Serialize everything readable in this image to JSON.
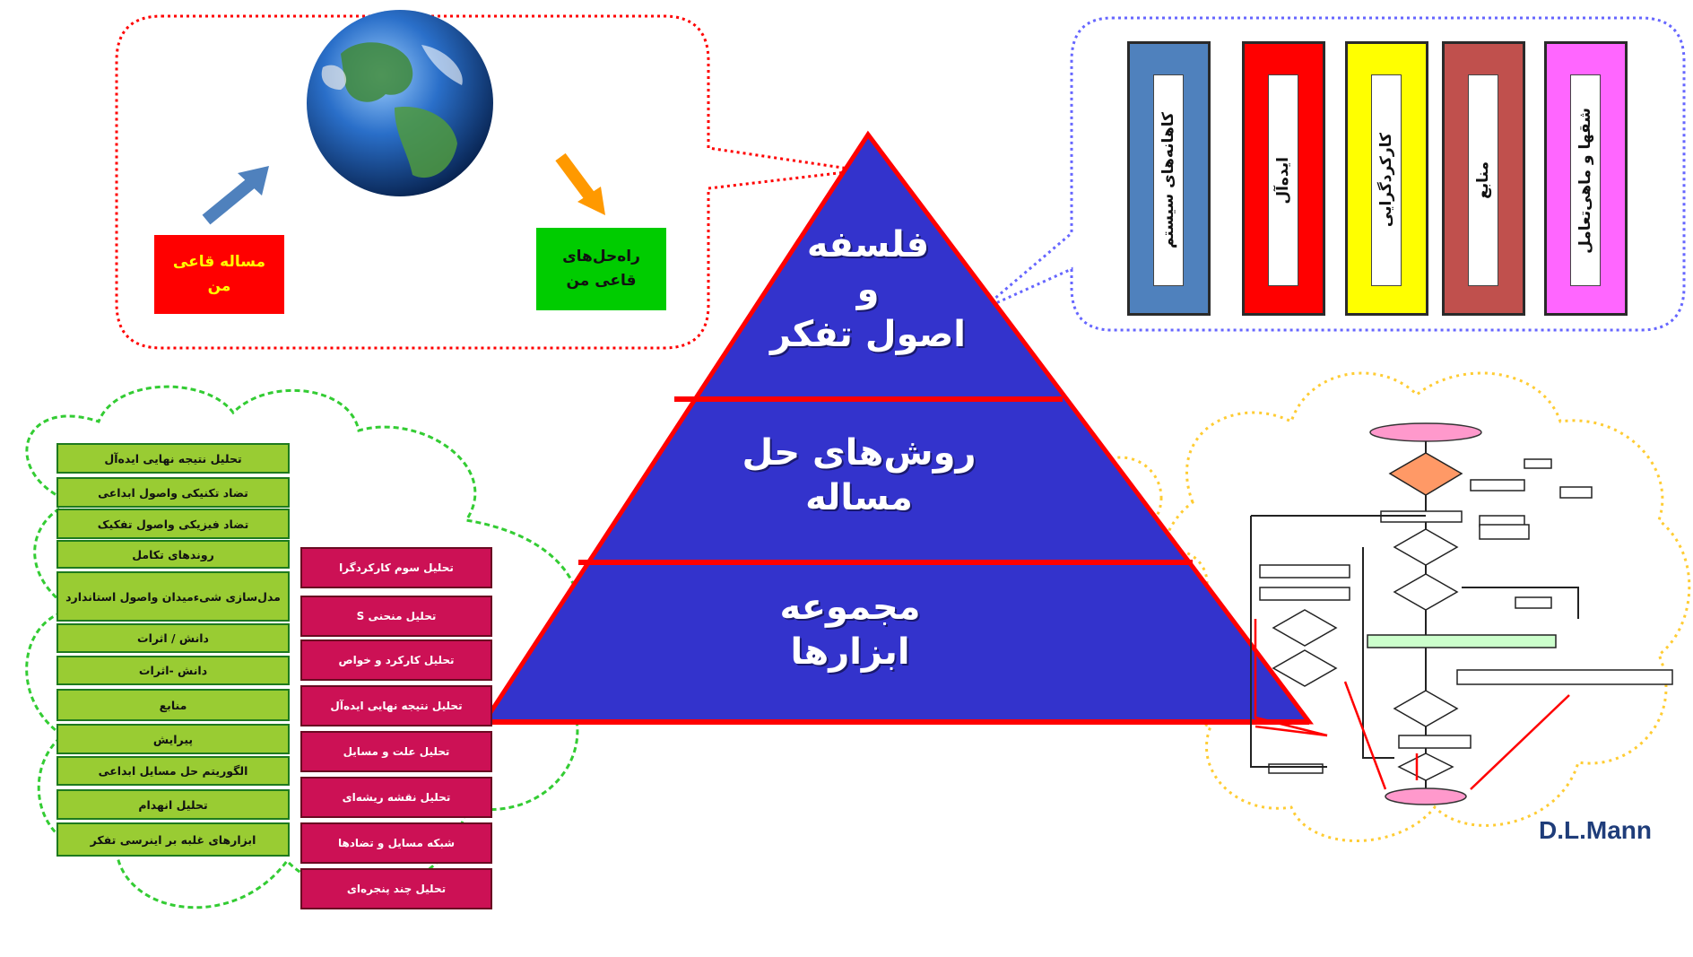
{
  "pyramid": {
    "top_line1": "فلسفه",
    "top_line2": "و",
    "top_line3": "اصول تفکر",
    "middle_line1": "روش‌های حل",
    "middle_line2": "مساله",
    "bottom_line1": "مجموعه",
    "bottom_line2": "ابزارها"
  },
  "bubble_top_left": {
    "problem_label_line1": "مساله قاعی",
    "problem_label_line2": "من",
    "solution_label_line1": "راه‌حل‌های",
    "solution_label_line2": "قاعی من"
  },
  "pillars": [
    {
      "label": "کاهانه‌های سیستم",
      "color": "#4f81bd"
    },
    {
      "label": "ایده‌آل",
      "color": "#ff0000"
    },
    {
      "label": "کارکردگرایی",
      "color": "#ffff00"
    },
    {
      "label": "منابع",
      "color": "#c0504d"
    },
    {
      "label": "شقها و ماهی‌تعامل",
      "color": "#ff66ff"
    }
  ],
  "green_list": [
    "تحلیل نتیجه نهایی ایده‌آل",
    "تضاد تکنیکی واصول ابداعی",
    "تضاد فیزیکی واصول تفکیک",
    "روندهای تکامل",
    "مدل‌سازی شیء‌میدان واصول استاندارد",
    "دانش / اثرات",
    "دانش -اثرات",
    "منابع",
    "پیرایش",
    "الگوریتم حل مسایل ابداعی",
    "تحلیل انهدام",
    "ابزارهای غلبه بر اینرسی تفکر"
  ],
  "crimson_list": [
    "تحلیل سوم کارکرد‌گرا",
    "تحلیل منحنی S",
    "تحلیل کارکرد و خواص",
    "تحلیل نتیجه نهایی ایده‌آل",
    "تحلیل علت و مسایل",
    "تحلیل نقشه ریشه‌ای",
    "شبکه مسایل و تضادها",
    "تحلیل چند پنجره‌ای"
  ],
  "credit": "D.L.Mann",
  "colors": {
    "pyramid_fill": "#3333cc",
    "pyramid_border": "#ff0000",
    "problem_box": "#ff0000",
    "solution_box": "#00cc00",
    "red_bubble_border": "#ff0000",
    "blue_bubble_border": "#6666ff",
    "green_cloud": "#33cc33",
    "yellow_cloud": "#ffcc33",
    "arrow_blue": "#4f81bd",
    "arrow_orange": "#ff9900",
    "credit_color": "#1f3d7a"
  }
}
